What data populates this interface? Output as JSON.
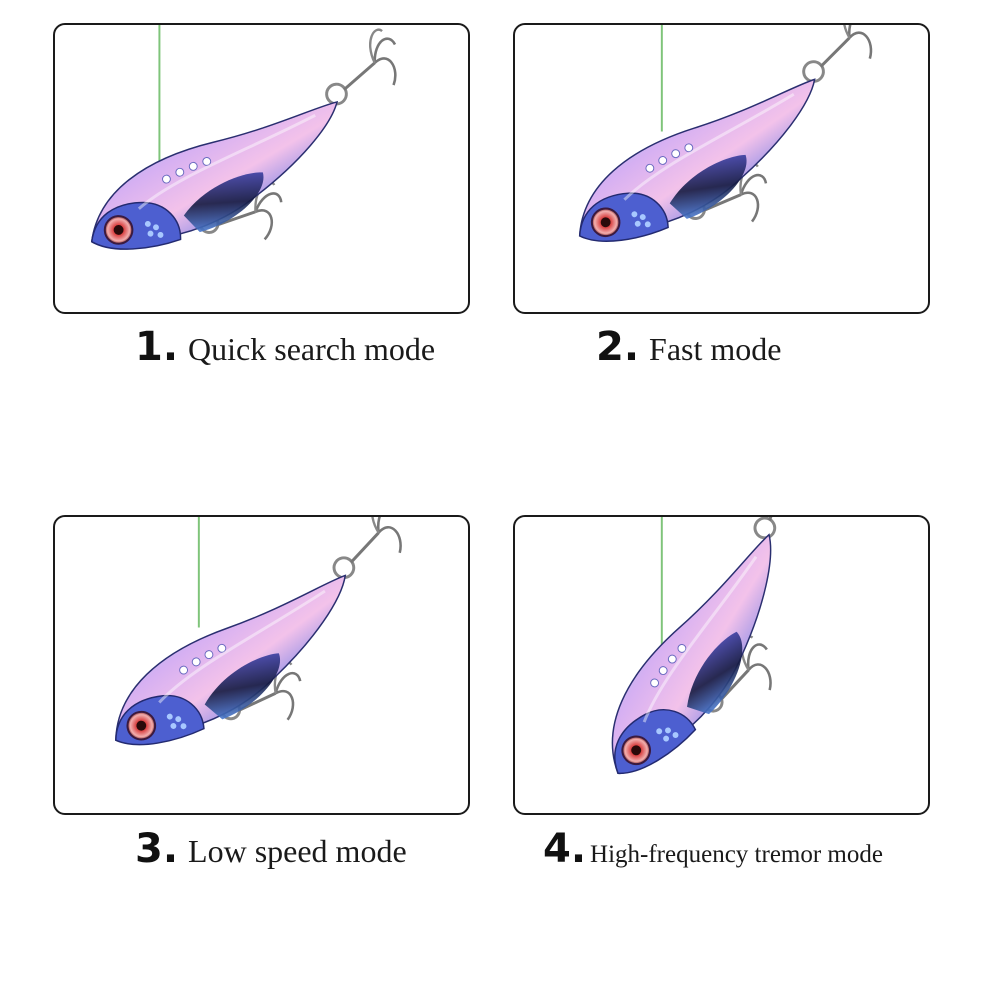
{
  "panels": [
    {
      "number": "1.",
      "label": "Quick search mode"
    },
    {
      "number": "2.",
      "label": "Fast mode"
    },
    {
      "number": "3.",
      "label": "Low speed mode"
    },
    {
      "number": "4.",
      "label": "High-frequency tremor mode"
    }
  ],
  "colors": {
    "border": "#1a1a1a",
    "fishing_line": "#7fc47a",
    "lure_gradient": [
      "#8ad0ff",
      "#c8a8f0",
      "#f0b8e8",
      "#6a78e0",
      "#2a3880"
    ],
    "eye": "#c83a3a"
  }
}
